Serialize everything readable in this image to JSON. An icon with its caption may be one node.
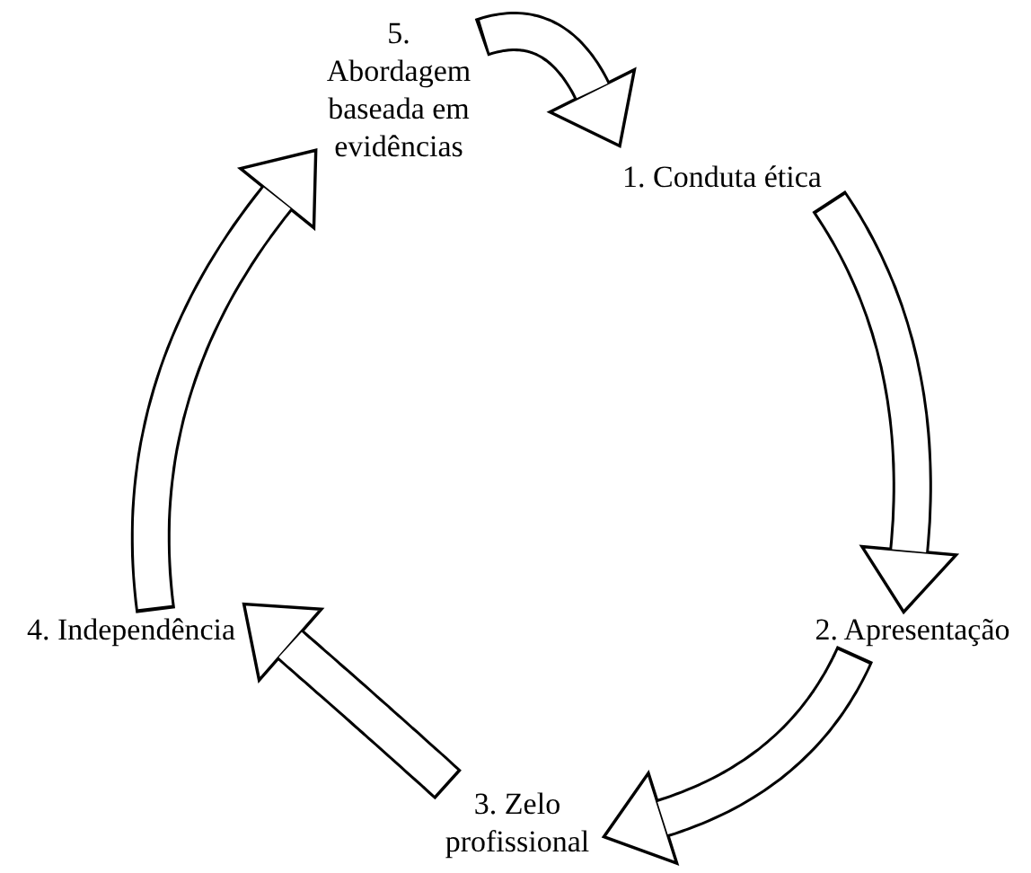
{
  "diagram": {
    "nodes": [
      {
        "text": [
          "1. Conduta ética"
        ]
      },
      {
        "text": [
          "2. Apresentação"
        ]
      },
      {
        "text": [
          "3. Zelo profissional"
        ]
      },
      {
        "text": [
          "4. Independência"
        ]
      },
      {
        "text": [
          "5. Abordagem baseada em evidências"
        ]
      }
    ],
    "edges": [
      {
        "from": 4,
        "to": 0,
        "arrow": "to"
      },
      {
        "from": 0,
        "to": 1,
        "arrow": "to"
      },
      {
        "from": 1,
        "to": 2,
        "arrow": "to"
      },
      {
        "from": 2,
        "to": 3,
        "arrow": "to"
      },
      {
        "from": 3,
        "to": 4,
        "arrow": "to"
      }
    ]
  }
}
